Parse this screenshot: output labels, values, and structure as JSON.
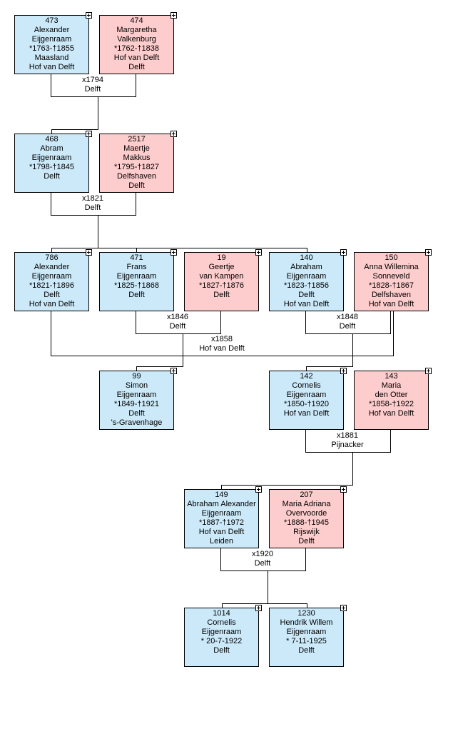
{
  "persons": {
    "p473": {
      "id": "473",
      "lines": [
        "Alexander",
        "Eijgenraam",
        "*1763-†1855",
        "Maasland",
        "Hof van Delft"
      ],
      "sex": "male"
    },
    "p474": {
      "id": "474",
      "lines": [
        "Margaretha",
        "Valkenburg",
        "*1762-†1838",
        "Hof van Delft",
        "Delft"
      ],
      "sex": "female"
    },
    "p468": {
      "id": "468",
      "lines": [
        "Abram",
        "Eijgenraam",
        "*1798-†1845",
        "Delft"
      ],
      "sex": "male"
    },
    "p2517": {
      "id": "2517",
      "lines": [
        "Maertje",
        "Makkus",
        "*1795-†1827",
        "Delfshaven",
        "Delft"
      ],
      "sex": "female"
    },
    "p786": {
      "id": "786",
      "lines": [
        "Alexander",
        "Eijgenraam",
        "*1821-†1896",
        "Delft",
        "Hof van Delft"
      ],
      "sex": "male"
    },
    "p471": {
      "id": "471",
      "lines": [
        "Frans",
        "Eijgenraam",
        "*1825-†1868",
        "Delft"
      ],
      "sex": "male"
    },
    "p19": {
      "id": "19",
      "lines": [
        "Geertje",
        "van Kampen",
        "*1827-†1876",
        "Delft"
      ],
      "sex": "female"
    },
    "p140": {
      "id": "140",
      "lines": [
        "Abraham",
        "Eijgenraam",
        "*1823-†1856",
        "Delft",
        "Hof van Delft"
      ],
      "sex": "male"
    },
    "p150": {
      "id": "150",
      "lines": [
        "Anna Willemina",
        "Sonneveld",
        "*1828-†1867",
        "Delfshaven",
        "Hof van Delft"
      ],
      "sex": "female"
    },
    "p99": {
      "id": "99",
      "lines": [
        "Simon",
        "Eijgenraam",
        "*1849-†1921",
        "Delft",
        "'s-Gravenhage"
      ],
      "sex": "male"
    },
    "p142": {
      "id": "142",
      "lines": [
        "Cornelis",
        "Eijgenraam",
        "*1850-†1920",
        "Hof van Delft"
      ],
      "sex": "male"
    },
    "p143": {
      "id": "143",
      "lines": [
        "Maria",
        "den Otter",
        "*1858-†1922",
        "Hof van Delft"
      ],
      "sex": "female"
    },
    "p149": {
      "id": "149",
      "lines": [
        "Abraham Alexander",
        "Eijgenraam",
        "*1887-†1972",
        "Hof van Delft",
        "Leiden"
      ],
      "sex": "male"
    },
    "p207": {
      "id": "207",
      "lines": [
        "Maria Adriana",
        "Overvoorde",
        "*1888-†1945",
        "Rijswijk",
        "Delft"
      ],
      "sex": "female"
    },
    "p1014": {
      "id": "1014",
      "lines": [
        "Cornelis",
        "Eijgenraam",
        "* 20-7-1922",
        "Delft"
      ],
      "sex": "male"
    },
    "p1230": {
      "id": "1230",
      "lines": [
        "Hendrik Willem",
        "Eijgenraam",
        "* 7-11-1925",
        "Delft"
      ],
      "sex": "male"
    }
  },
  "marriages": {
    "m1794": {
      "date": "x1794",
      "place": "Delft"
    },
    "m1821": {
      "date": "x1821",
      "place": "Delft"
    },
    "m1846": {
      "date": "x1846",
      "place": "Delft"
    },
    "m1858": {
      "date": "x1858",
      "place": "Hof van Delft"
    },
    "m1848": {
      "date": "x1848",
      "place": "Delft"
    },
    "m1881": {
      "date": "x1881",
      "place": "Pijnacker"
    },
    "m1920": {
      "date": "x1920",
      "place": "Delft"
    }
  },
  "colors": {
    "male": "#cce9f9",
    "female": "#fdcccc",
    "border": "#000000",
    "background": "#ffffff"
  },
  "icons": {
    "expand": "plus-box-icon"
  }
}
